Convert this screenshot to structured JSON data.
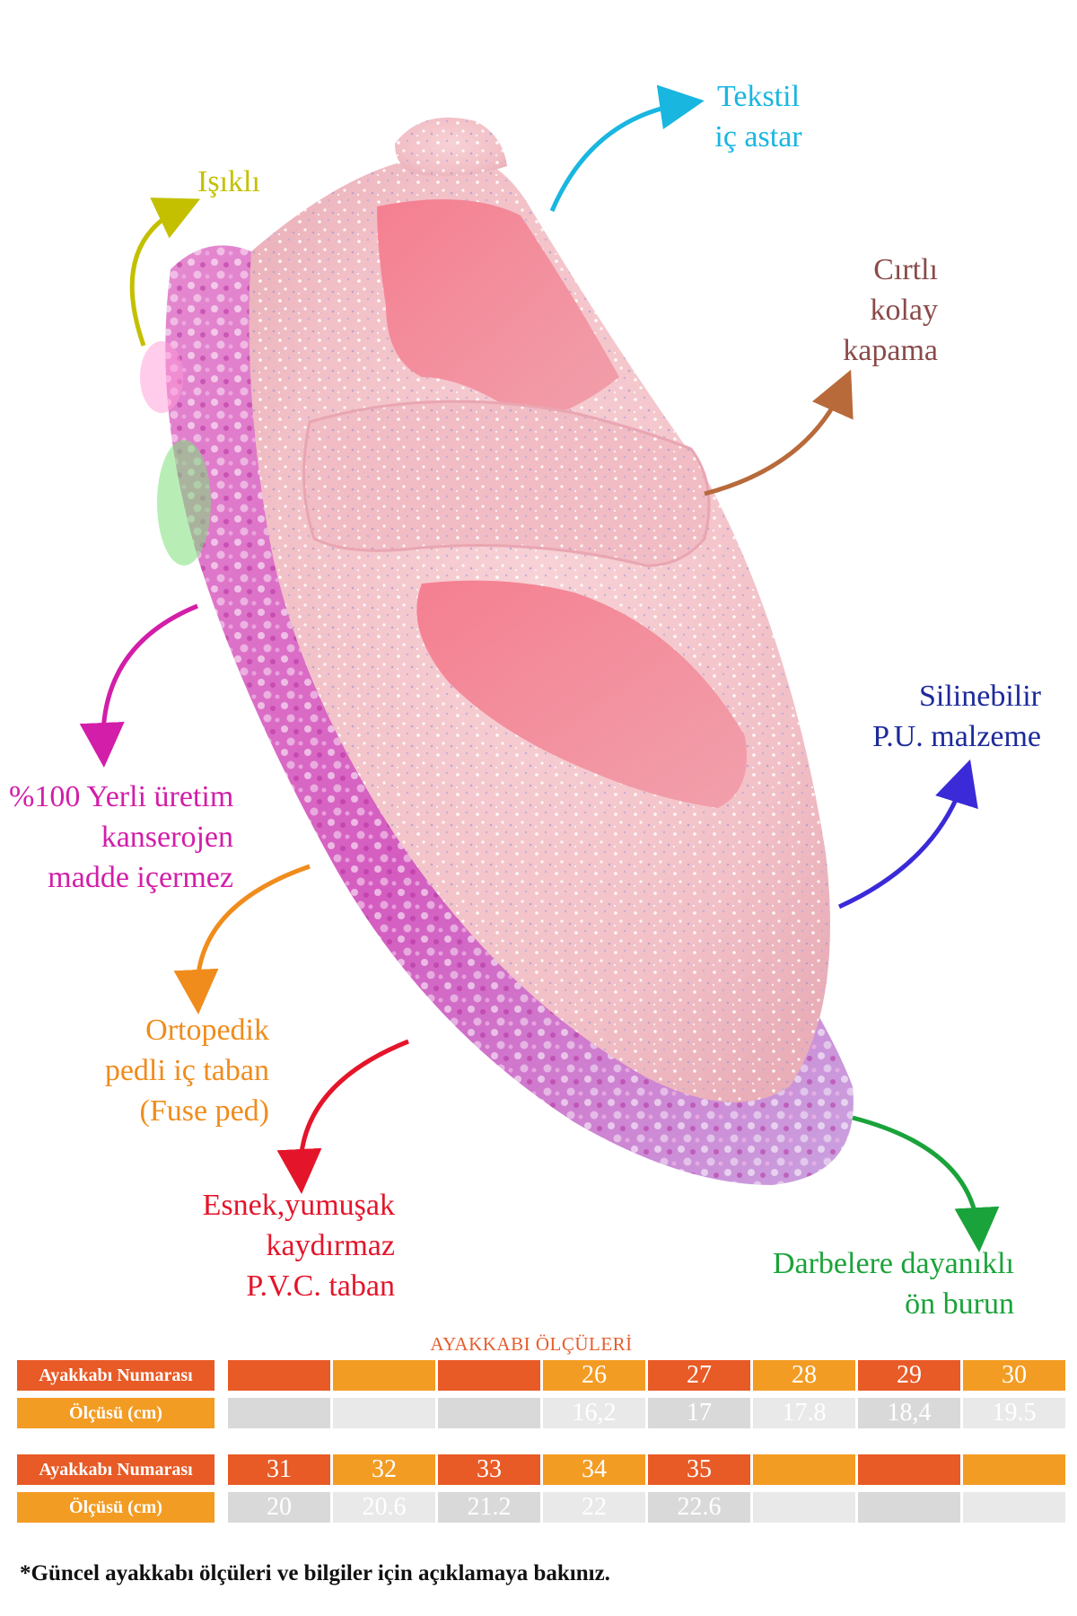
{
  "colors": {
    "teal": "#19b6e0",
    "yellow": "#c4c000",
    "brown": "#8a4a4a",
    "arrow_brown": "#b86a3a",
    "magenta": "#d21ea8",
    "navy": "#1c2a9a",
    "orange": "#f08c1c",
    "red": "#e4152a",
    "green": "#1aa33a",
    "table_red": "#e85a26",
    "table_orange": "#f39c23"
  },
  "features": {
    "tekstil": [
      "Tekstil",
      "iç astar"
    ],
    "isikli": [
      "Işıklı"
    ],
    "cirtli": [
      "Cırtlı",
      "kolay",
      "kapama"
    ],
    "silinebilir": [
      "Silinebilir",
      "P.U. malzeme"
    ],
    "yerli": [
      "%100 Yerli üretim",
      "kanserojen",
      "madde içermez"
    ],
    "ortopedik": [
      "Ortopedik",
      "pedli iç taban",
      "(Fuse ped)"
    ],
    "esnek": [
      "Esnek,yumuşak",
      "kaydırmaz",
      "P.V.C. taban"
    ],
    "darbe": [
      "Darbelere dayanıklı",
      "ön burun"
    ]
  },
  "size_table": {
    "title": "AYAKKABI ÖLÇÜLERİ",
    "number_label": "Ayakkabı Numarası",
    "size_label": "Ölçüsü (cm)",
    "row1_numbers": [
      "",
      "",
      "",
      "26",
      "27",
      "28",
      "29",
      "30"
    ],
    "row1_sizes": [
      "",
      "",
      "",
      "16,2",
      "17",
      "17.8",
      "18,4",
      "19.5"
    ],
    "row2_numbers": [
      "31",
      "32",
      "33",
      "34",
      "35",
      "",
      "",
      ""
    ],
    "row2_sizes": [
      "20",
      "20.6",
      "21.2",
      "22",
      "22.6",
      "",
      "",
      ""
    ]
  },
  "footnote": "*Güncel ayakkabı ölçüleri ve bilgiler için açıklamaya bakınız."
}
